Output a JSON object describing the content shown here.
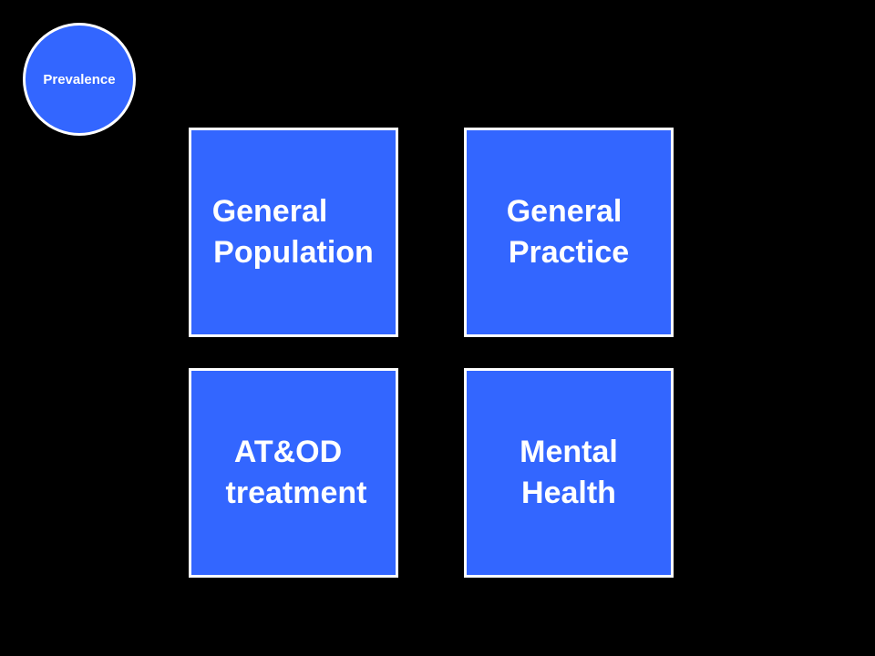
{
  "badge": {
    "label": "Prevalence"
  },
  "boxes": [
    {
      "line1": "General",
      "line2": "Population"
    },
    {
      "line1": "General",
      "line2": "Practice"
    },
    {
      "line1": "AT&OD",
      "line2": "treatment"
    },
    {
      "line1": "Mental",
      "line2": "Health"
    }
  ],
  "colors": {
    "background": "#000000",
    "box_fill": "#3366ff",
    "border": "#ffffff",
    "text": "#ffffff"
  }
}
